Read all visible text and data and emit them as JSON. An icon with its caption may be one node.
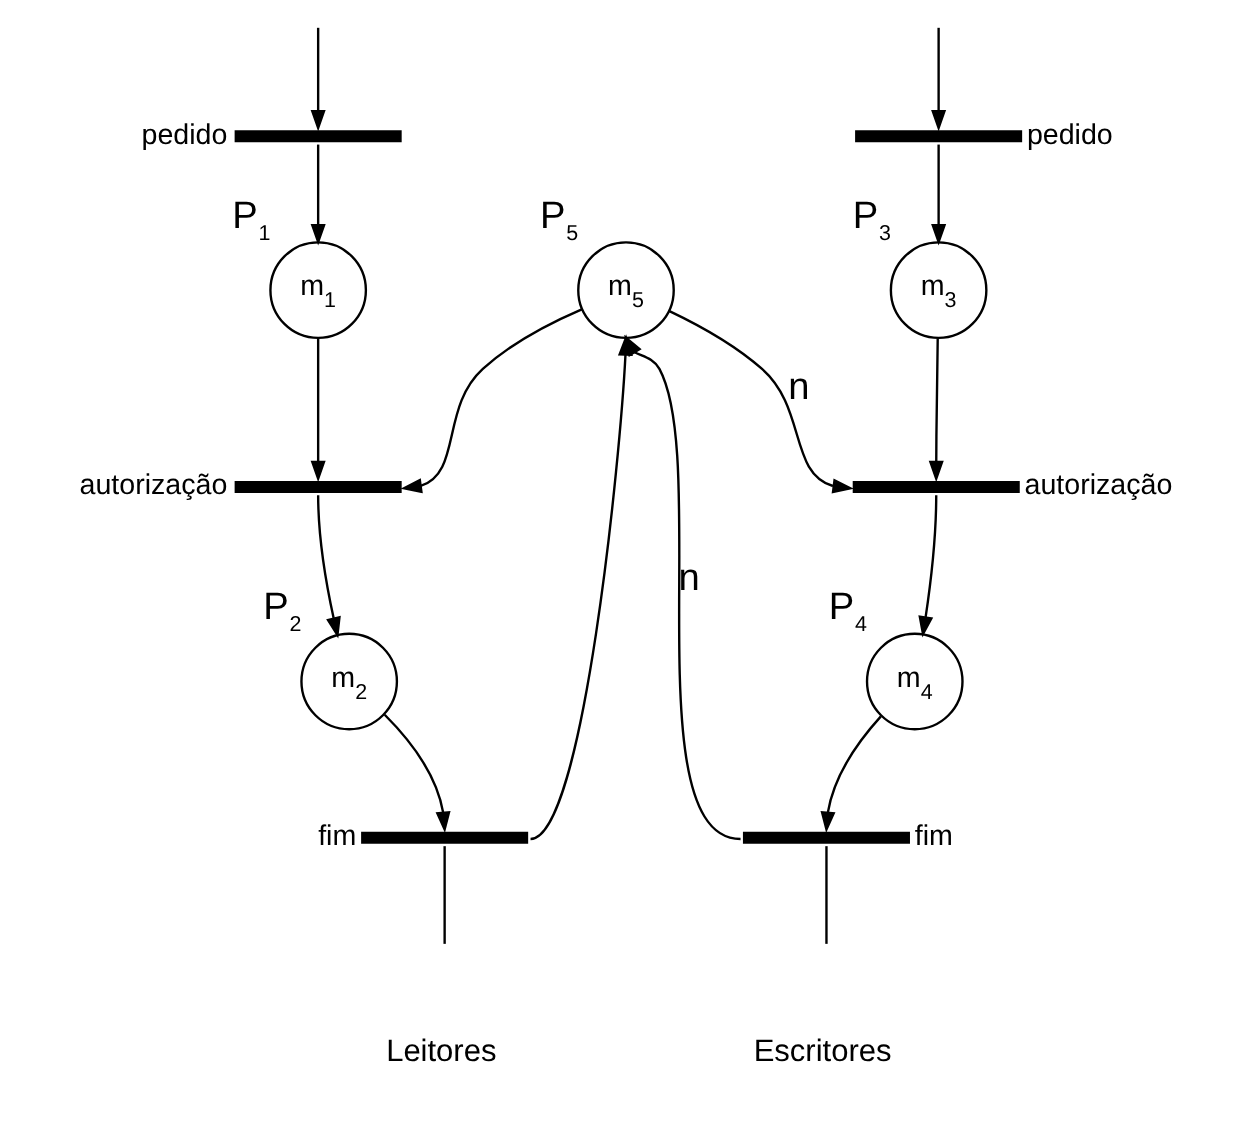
{
  "diagram": {
    "nodes": [
      {
        "text": [],
        "shape": "bar",
        "beside": [
          "pedido"
        ]
      },
      {
        "text": [
          "m$_{1}$"
        ],
        "beside": [
          "P$_{1}$"
        ]
      },
      {
        "text": [],
        "shape": "bar",
        "beside": [
          "autorização"
        ]
      },
      {
        "text": [
          "m$_{2}$"
        ],
        "beside": [
          "P$_{2}$"
        ]
      },
      {
        "text": [],
        "shape": "bar",
        "beside": [
          "fim"
        ]
      },
      {
        "text": [
          "m$_{5}$"
        ],
        "beside": [
          "P$_{5}$"
        ]
      },
      {
        "text": [],
        "shape": "bar",
        "beside": [
          "pedido"
        ]
      },
      {
        "text": [
          "m$_{3}$"
        ],
        "beside": [
          "P$_{3}$"
        ]
      },
      {
        "text": [],
        "shape": "bar",
        "beside": [
          "autorização"
        ]
      },
      {
        "text": [
          "m$_{4}$"
        ],
        "beside": [
          "P$_{4}$"
        ]
      },
      {
        "text": [],
        "shape": "bar",
        "beside": [
          "fim"
        ]
      }
    ],
    "edges": [
      {
        "from": null,
        "to": 0,
        "arrow": "to"
      },
      {
        "from": 0,
        "to": 1,
        "arrow": "to"
      },
      {
        "from": 1,
        "to": 2,
        "arrow": "to"
      },
      {
        "from": 2,
        "to": 3,
        "arrow": "to"
      },
      {
        "from": 3,
        "to": 4,
        "arrow": "to"
      },
      {
        "from": 4,
        "to": null,
        "arrow": "none"
      },
      {
        "from": 5,
        "to": 2,
        "arrow": "to"
      },
      {
        "from": 4,
        "to": 5,
        "arrow": "to"
      },
      {
        "from": null,
        "to": 6,
        "arrow": "to"
      },
      {
        "from": 6,
        "to": 7,
        "arrow": "to"
      },
      {
        "from": 7,
        "to": 8,
        "arrow": "to"
      },
      {
        "from": 8,
        "to": 9,
        "arrow": "to"
      },
      {
        "from": 9,
        "to": 10,
        "arrow": "to"
      },
      {
        "from": 10,
        "to": null,
        "arrow": "none"
      },
      {
        "from": 5,
        "to": 8,
        "arrow": "to",
        "label": "n"
      },
      {
        "from": 10,
        "to": 5,
        "arrow": "to",
        "label": "n"
      }
    ],
    "labels": [
      "Leitores",
      "Escritores"
    ]
  }
}
